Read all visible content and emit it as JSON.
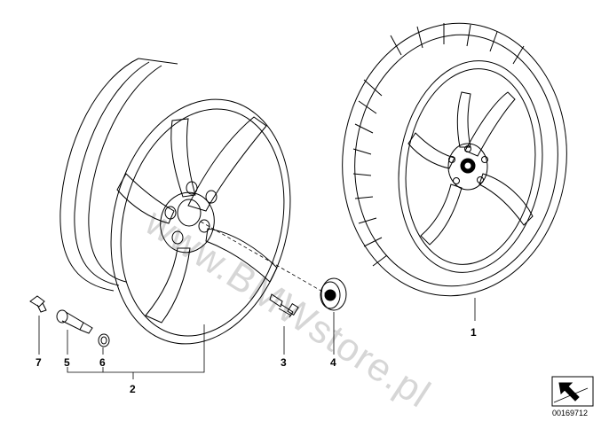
{
  "callouts": {
    "c1": "1",
    "c2": "2",
    "c3": "3",
    "c4": "4",
    "c5": "5",
    "c6": "6",
    "c7": "7"
  },
  "watermark": "www.BMWstore.pl",
  "diagram_code": "00169712",
  "colors": {
    "line": "#000000",
    "background": "#ffffff"
  },
  "icons": {
    "corner_glyph": "arrow-icon"
  }
}
